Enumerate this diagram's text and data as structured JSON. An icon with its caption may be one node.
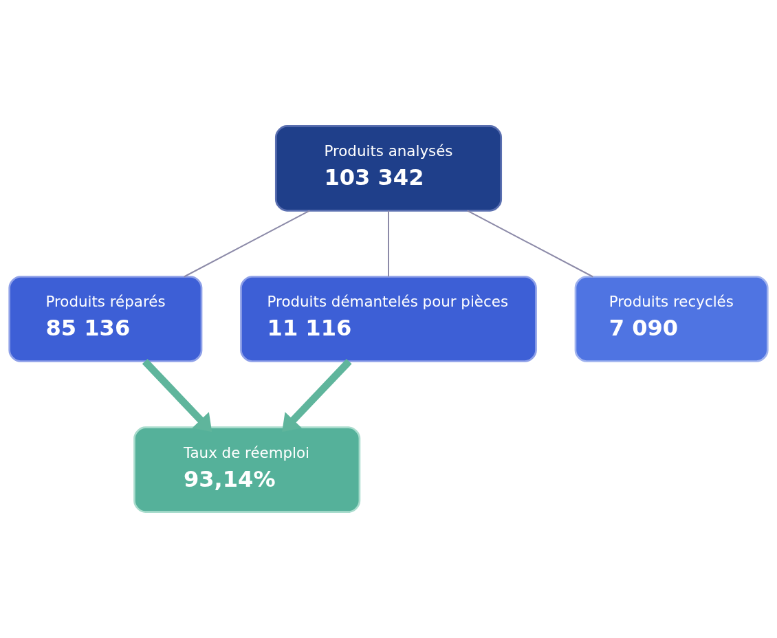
{
  "diagram": {
    "nodes": [
      {
        "text": [
          "Produits analysés",
          "103 342"
        ]
      },
      {
        "text": [
          "Produits réparés",
          "85 136"
        ]
      },
      {
        "text": [
          "Produits démantelés pour pièces",
          "11 116"
        ]
      },
      {
        "text": [
          "Produits recyclés",
          "7 090"
        ]
      },
      {
        "text": [
          "Taux de réemploi",
          "93,14%"
        ]
      }
    ],
    "edges": [
      {
        "from": 0,
        "to": 1,
        "arrow": "none"
      },
      {
        "from": 0,
        "to": 2,
        "arrow": "none"
      },
      {
        "from": 0,
        "to": 3,
        "arrow": "none"
      },
      {
        "from": 1,
        "to": 4,
        "arrow": "to",
        "style": "thick",
        "color": "#5fb59c"
      },
      {
        "from": 2,
        "to": 4,
        "arrow": "to",
        "style": "thick",
        "color": "#5fb59c"
      }
    ]
  }
}
